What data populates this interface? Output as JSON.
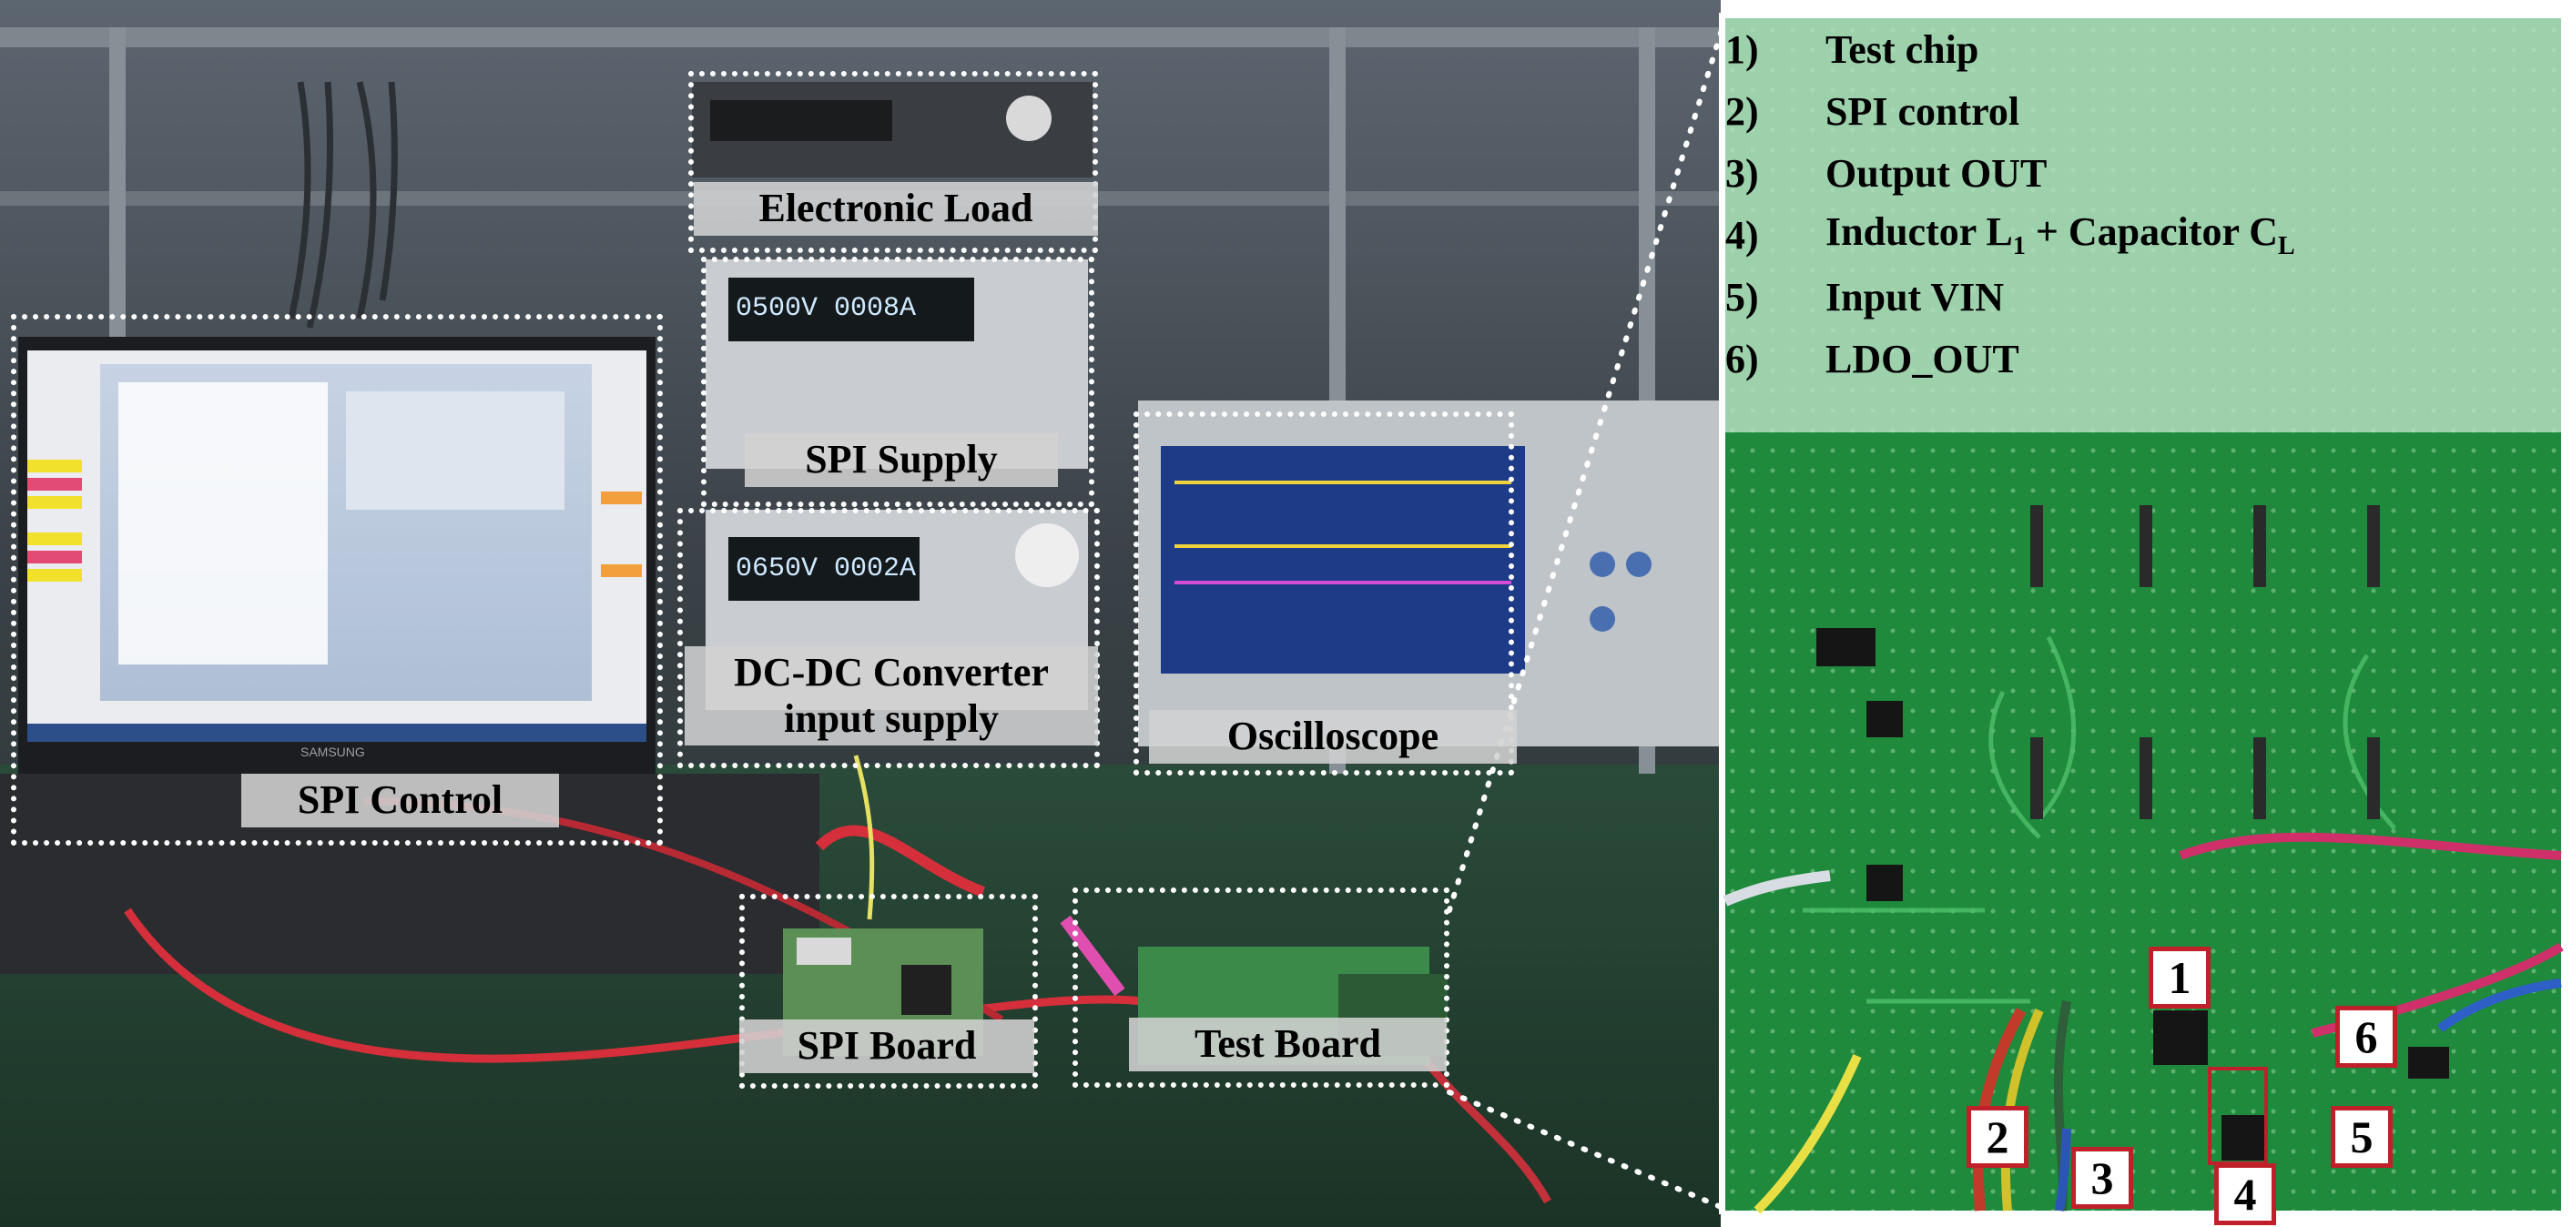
{
  "labels": {
    "electronic_load": "Electronic Load",
    "spi_supply": "SPI Supply",
    "dcdc_line1": "DC-DC Converter",
    "dcdc_line2": "input supply",
    "oscilloscope": "Oscilloscope",
    "spi_control": "SPI Control",
    "spi_board": "SPI Board",
    "test_board": "Test Board"
  },
  "legend": [
    {
      "num": "1)",
      "text": "Test chip"
    },
    {
      "num": "2)",
      "text": "SPI control"
    },
    {
      "num": "3)",
      "text": "Output OUT"
    },
    {
      "num": "4)",
      "text": "Inductor L₁ + Capacitor C_L"
    },
    {
      "num": "5)",
      "text": "Input VIN"
    },
    {
      "num": "6)",
      "text": "LDO_OUT"
    }
  ],
  "legend_row4": {
    "prefix": "Inductor L",
    "sub1": "1",
    "middle": " + Capacitor C",
    "sub2": "L"
  },
  "badges": [
    "1",
    "2",
    "3",
    "4",
    "5",
    "6"
  ],
  "laptop_brand": "SAMSUNG",
  "instrument_readouts": {
    "spi_supply": "0500V 0008A",
    "dcdc_supply": "0650V 0002A"
  },
  "colors": {
    "pcb_green": "#1f8a3c",
    "badge_border": "#c0202a",
    "label_bg": "#d2d2d2"
  }
}
